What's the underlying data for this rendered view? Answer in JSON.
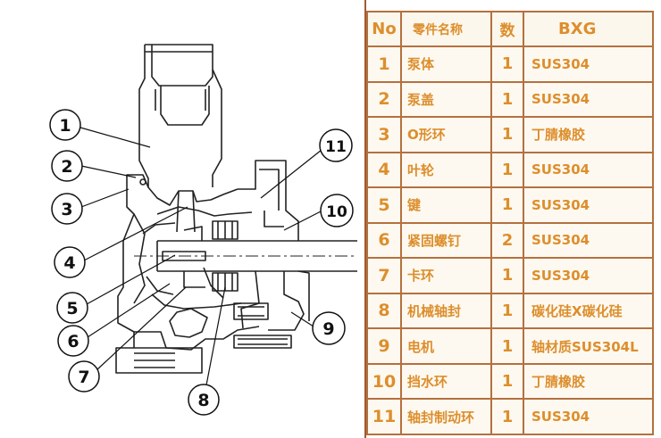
{
  "table": {
    "headers": {
      "no": "No",
      "name": "零件名称",
      "qty": "数",
      "material": "BXG"
    },
    "rows": [
      {
        "no": "1",
        "name": "泵体",
        "qty": "1",
        "material": "SUS304"
      },
      {
        "no": "2",
        "name": "泵盖",
        "qty": "1",
        "material": "SUS304"
      },
      {
        "no": "3",
        "name": "O形环",
        "qty": "1",
        "material": "丁腈橡胶"
      },
      {
        "no": "4",
        "name": "叶轮",
        "qty": "1",
        "material": "SUS304"
      },
      {
        "no": "5",
        "name": "键",
        "qty": "1",
        "material": "SUS304"
      },
      {
        "no": "6",
        "name": "紧固螺钉",
        "qty": "2",
        "material": "SUS304"
      },
      {
        "no": "7",
        "name": "卡环",
        "qty": "1",
        "material": "SUS304"
      },
      {
        "no": "8",
        "name": "机械轴封",
        "qty": "1",
        "material": "碳化硅X碳化硅"
      },
      {
        "no": "9",
        "name": "电机",
        "qty": "1",
        "material": "轴材质SUS304L"
      },
      {
        "no": "10",
        "name": "挡水环",
        "qty": "1",
        "material": "丁腈橡胶"
      },
      {
        "no": "11",
        "name": "轴封制动环",
        "qty": "1",
        "material": "SUS304"
      }
    ]
  },
  "diagram": {
    "callouts": [
      "1",
      "2",
      "3",
      "4",
      "5",
      "6",
      "7",
      "8",
      "9",
      "10",
      "11"
    ]
  },
  "colors": {
    "table_text": "#dd8e2c",
    "table_border": "#b5703f",
    "table_bg": "#fdf9f0",
    "line": "#222222"
  }
}
